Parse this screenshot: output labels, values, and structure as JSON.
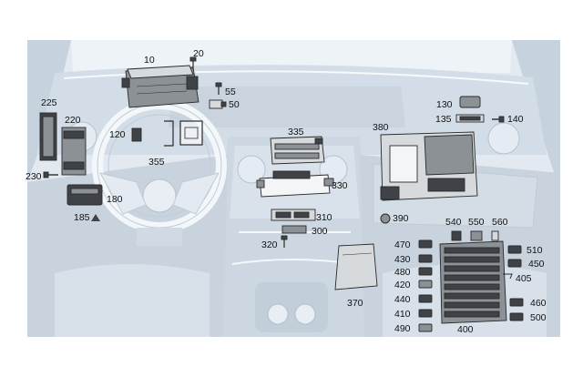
{
  "labels": {
    "l10": "10",
    "l20": "20",
    "l55": "55",
    "l50": "50",
    "l225": "225",
    "l220": "220",
    "l120": "120",
    "l355": "355",
    "l230": "230",
    "l180": "180",
    "l185": "185",
    "l335": "335",
    "l330": "330",
    "l310": "310",
    "l300": "300",
    "l320": "320",
    "l130": "130",
    "l135": "135",
    "l140": "140",
    "l380": "380",
    "l390": "390",
    "l370": "370",
    "l540": "540",
    "l550": "550",
    "l560": "560",
    "l470": "470",
    "l430": "430",
    "l480": "480",
    "l420": "420",
    "l440": "440",
    "l410": "410",
    "l490": "490",
    "l510": "510",
    "l450": "450",
    "l405": "405",
    "l460": "460",
    "l500": "500",
    "l400": "400"
  },
  "colors": {
    "scene": "#cdd8e3",
    "scene_light": "#e4ebf2",
    "scene_line": "#f7f9fb",
    "part_dark": "#3f4348",
    "part_mid": "#8c9196",
    "part_light": "#d7dadd"
  }
}
